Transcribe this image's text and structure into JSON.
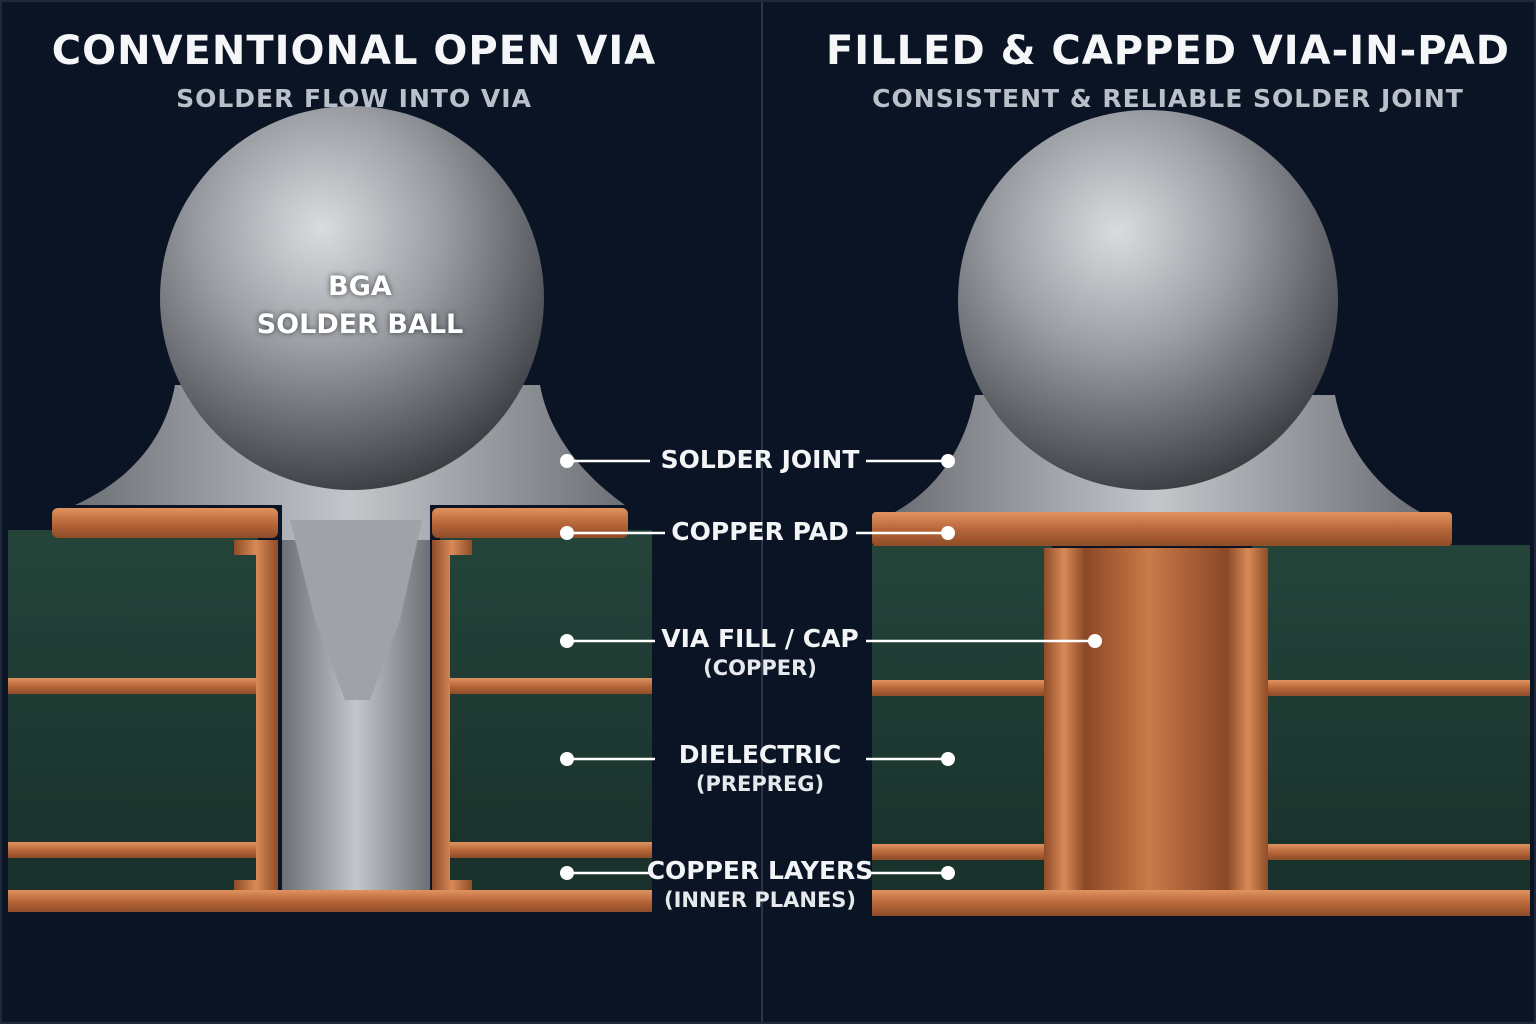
{
  "left_panel": {
    "title": "CONVENTIONAL OPEN VIA",
    "subtitle": "SOLDER FLOW INTO VIA",
    "ball_label_line1": "BGA",
    "ball_label_line2": "SOLDER BALL"
  },
  "right_panel": {
    "title": "FILLED & CAPPED VIA-IN-PAD",
    "subtitle": "CONSISTENT & RELIABLE SOLDER JOINT"
  },
  "callouts": [
    {
      "main": "SOLDER JOINT",
      "sub": ""
    },
    {
      "main": "COPPER PAD",
      "sub": ""
    },
    {
      "main": "VIA FILL / CAP",
      "sub": "(COPPER)"
    },
    {
      "main": "DIELECTRIC",
      "sub": "(PREPREG)"
    },
    {
      "main": "COPPER LAYERS",
      "sub": "(INNER PLANES)"
    }
  ],
  "colors": {
    "background": "#0b1424",
    "dielectric": "#1f3a2e",
    "copper": "#c0703f",
    "solder": "#a9adb2"
  }
}
